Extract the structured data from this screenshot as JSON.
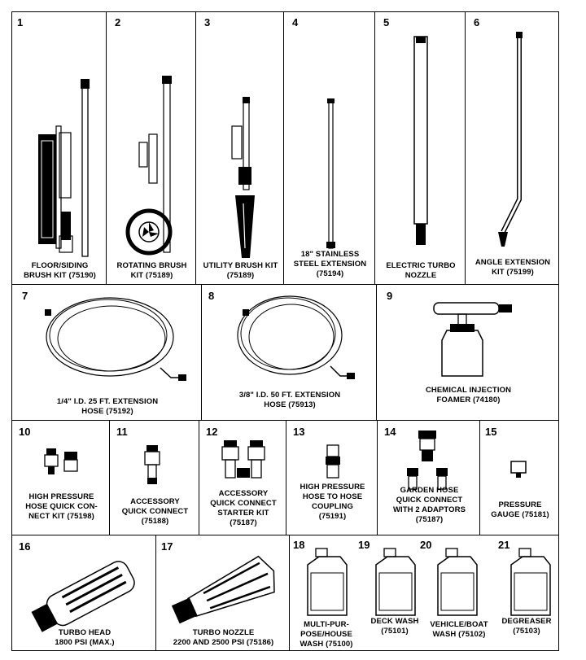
{
  "colors": {
    "ink": "#000000",
    "paper": "#ffffff"
  },
  "items": [
    {
      "num": "1",
      "lines": [
        "FLOOR/SIDING",
        "BRUSH KIT (75190)"
      ]
    },
    {
      "num": "2",
      "lines": [
        "ROTATING BRUSH",
        "KIT (75189)"
      ]
    },
    {
      "num": "3",
      "lines": [
        "UTILITY BRUSH KIT",
        "(75189)"
      ]
    },
    {
      "num": "4",
      "lines": [
        "18\" STAINLESS",
        "STEEL EXTENSION",
        "(75194)"
      ]
    },
    {
      "num": "5",
      "lines": [
        "ELECTRIC TURBO",
        "NOZZLE"
      ]
    },
    {
      "num": "6",
      "lines": [
        "ANGLE EXTENSION",
        "KIT (75199)"
      ]
    },
    {
      "num": "7",
      "lines": [
        "1/4\" I.D. 25 ft. EXTENSION",
        "HOSE (75192)"
      ]
    },
    {
      "num": "8",
      "lines": [
        "3/8\" I.D. 50 ft. EXTENSION",
        "HOSE (75913)"
      ]
    },
    {
      "num": "9",
      "lines": [
        "CHEMICAL INJECTION",
        "FOAMER (74180)"
      ]
    },
    {
      "num": "10",
      "lines": [
        "HIGH PRESSURE",
        "HOSE QUICK CON-",
        "NECT KIT (75198)"
      ]
    },
    {
      "num": "11",
      "lines": [
        "ACCESSORY",
        "QUICK CONNECT",
        "(75188)"
      ]
    },
    {
      "num": "12",
      "lines": [
        "ACCESSORY",
        "QUICK CONNECT",
        "STARTER KIT",
        "(75187)"
      ]
    },
    {
      "num": "13",
      "lines": [
        "HIGH PRESSURE",
        "HOSE TO HOSE",
        "COUPLING",
        "(75191)"
      ]
    },
    {
      "num": "14",
      "lines": [
        "GARDEN HOSE",
        "QUICK CONNECT",
        "WITH 2 ADAPTORS",
        "(75187)"
      ]
    },
    {
      "num": "15",
      "lines": [
        "PRESSURE",
        "GAUGE (75181)"
      ]
    },
    {
      "num": "16",
      "lines": [
        "TURBO HEAD",
        "1800 PSI (max.)"
      ]
    },
    {
      "num": "17",
      "lines": [
        "TURBO NOZZLE",
        "2200 and 2500 PSI (75186)"
      ]
    },
    {
      "num": "18",
      "lines": [
        "MULTI-PUR-",
        "POSE/HOUSE",
        "WASH (75100)"
      ]
    },
    {
      "num": "19",
      "lines": [
        "DECK WASH",
        "(75101)"
      ]
    },
    {
      "num": "20",
      "lines": [
        "VEHICLE/BOAT",
        "WASH (75102)"
      ]
    },
    {
      "num": "21",
      "lines": [
        "DEGREASER",
        "(75103)"
      ]
    }
  ]
}
